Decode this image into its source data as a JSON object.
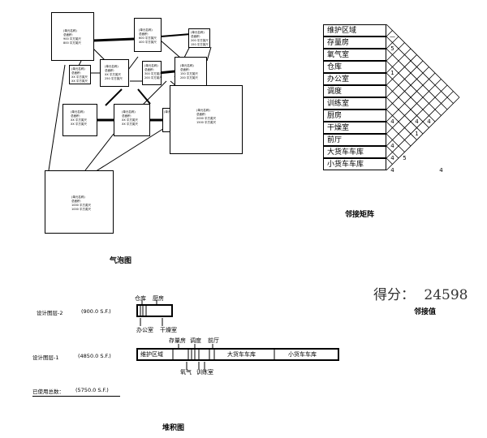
{
  "bubble_diagram": {
    "caption": "气泡图",
    "boxes": [
      {
        "title": "(单元名称)",
        "area_label": "总面积:",
        "line1": "900 平方英尺",
        "line2": "800 平方英尺"
      },
      {
        "title": "(单元名称)",
        "area_label": "总面积:",
        "line1": "600 平方英尺",
        "line2": "400 平方英尺"
      },
      {
        "title": "(单元名称)",
        "area_label": "总面积:",
        "line1": "200 平方英尺",
        "line2": "150 平方英尺"
      },
      {
        "title": "(单元名称)",
        "area_label": "总面积:",
        "line1": "XX 平方英尺",
        "line2": "XX 平方英尺"
      },
      {
        "title": "(单元名称)",
        "area_label": "总面积:",
        "line1": "XX 平方英尺",
        "line2": "250 平方英尺"
      },
      {
        "title": "(单元名称)",
        "area_label": "总面积:",
        "line1": "300 平方英尺",
        "line2": "200 平方英尺"
      },
      {
        "title": "(单元名称)",
        "area_label": "总面积:",
        "line1": "150 平方英尺",
        "line2": "200 平方英尺"
      },
      {
        "title": "(单元名称)",
        "area_label": "总面积:",
        "line1": "XX 平方英尺",
        "line2": "XX 平方英尺"
      },
      {
        "title": "(单元名称)",
        "area_label": "总面积:",
        "line1": "XX 平方英尺",
        "line2": "XX 平方英尺"
      },
      {
        "title": "(单元名称)",
        "area_label": "总面积:",
        "line1": "2000 平方英尺",
        "line2": "1500 平方英尺"
      },
      {
        "title": "(单元名称)",
        "area_label": "总面积:",
        "line1": "1000 平方英尺",
        "line2": "1000 平方英尺"
      }
    ]
  },
  "adjacency_matrix": {
    "caption": "邻接矩阵",
    "rows": [
      "维护区域",
      "存量房",
      "氧气室",
      "仓库",
      "办公室",
      "调度",
      "训练室",
      "厨房",
      "干燥室",
      "前厅",
      "大货车车库",
      "小货车车库"
    ],
    "cells": [
      {
        "r": 1,
        "d": 1,
        "v": "5"
      },
      {
        "r": 3,
        "d": 1,
        "v": "1"
      },
      {
        "r": 6,
        "d": 5,
        "v": "1"
      },
      {
        "r": 4,
        "d": 7,
        "v": "4"
      },
      {
        "r": 5,
        "d": 5,
        "v": "4"
      },
      {
        "r": 7,
        "d": 9,
        "v": "4"
      },
      {
        "r": 7,
        "d": 1,
        "v": "4"
      },
      {
        "r": 9,
        "d": 3,
        "v": "5"
      },
      {
        "r": 9,
        "d": 1,
        "v": "4"
      },
      {
        "r": 10,
        "d": 1,
        "v": "4"
      },
      {
        "r": 11,
        "d": 1,
        "v": "4"
      },
      {
        "r": 0,
        "d": 1,
        "v": "—"
      }
    ]
  },
  "score": {
    "label": "得分：",
    "value": "24598",
    "caption": "邻接值"
  },
  "stacking": {
    "caption": "堆积图",
    "layer2": {
      "label": "设计图层-2",
      "area": "(900.0 S.F.)",
      "top_labels": [
        "仓库",
        "厨房"
      ],
      "bottom_labels": [
        "办公室",
        "干燥室"
      ]
    },
    "layer1": {
      "label": "设计图层-1",
      "area": "(4850.0 S.F.)",
      "segments": [
        "维护区域",
        "大货车车库",
        "小货车车库"
      ],
      "top_labels": [
        "存量房",
        "调度",
        "前厅"
      ],
      "bottom_labels": [
        "氧气",
        "训练室"
      ]
    },
    "total": {
      "label": "已使用总数：",
      "area": "(5750.0 S.F.)"
    }
  }
}
